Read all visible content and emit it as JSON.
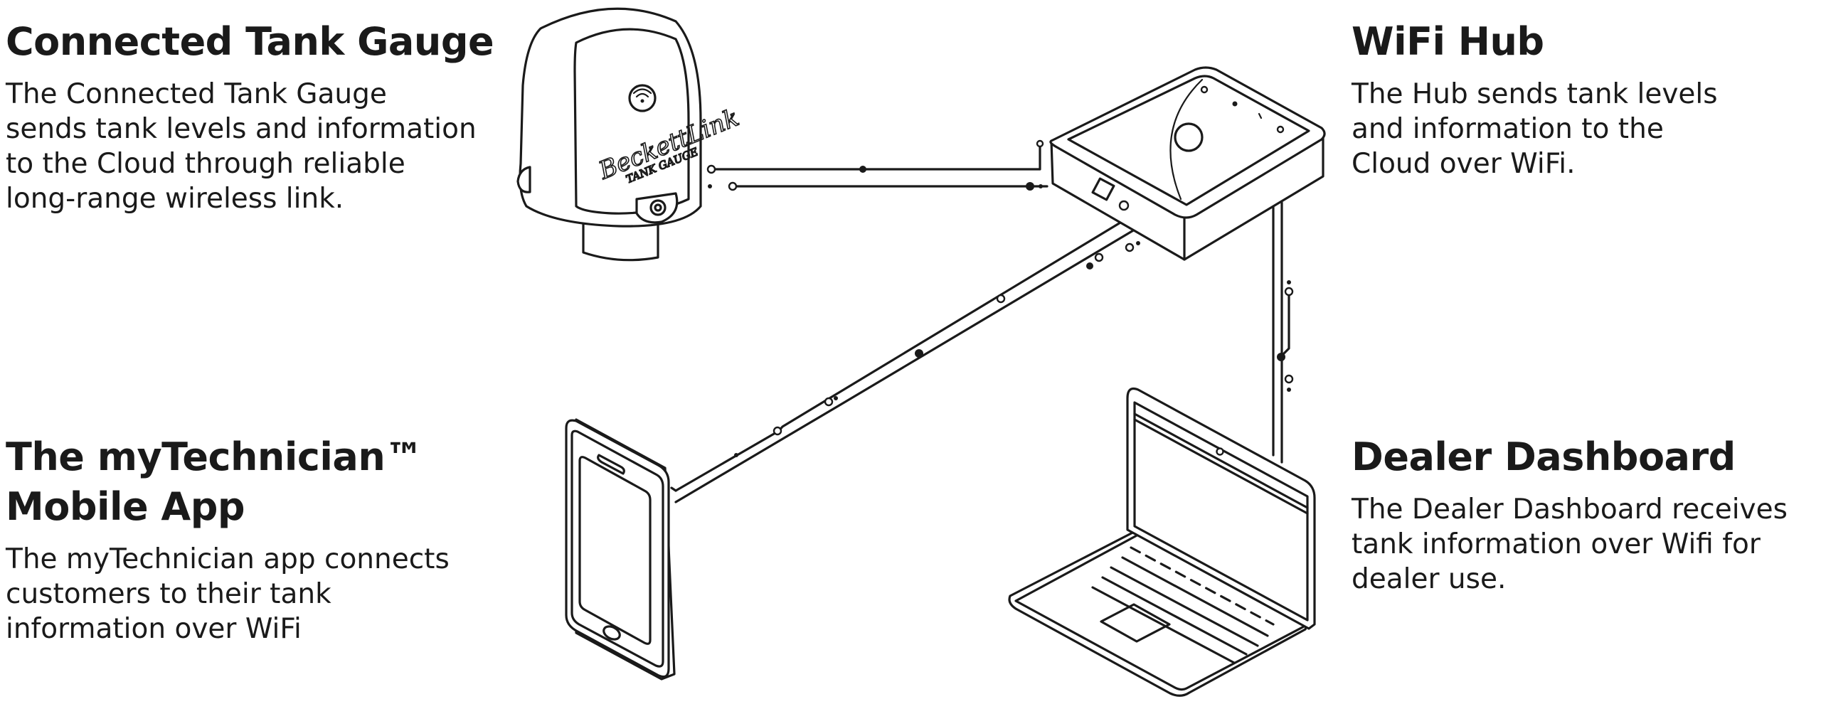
{
  "sections": {
    "tank_gauge": {
      "title": "Connected Tank Gauge",
      "description": [
        "The Connected Tank Gauge",
        "sends tank levels and information",
        "to the Cloud through reliable",
        "long-range wireless link."
      ]
    },
    "wifi_hub": {
      "title": "WiFi Hub",
      "description": [
        "The Hub sends tank levels",
        "and information to the",
        "Cloud over WiFi."
      ]
    },
    "mobile_app": {
      "title_lines": [
        "The myTechnician™",
        "Mobile App"
      ],
      "description": [
        "The myTechnician app connects",
        "customers to their tank",
        "information over WiFi"
      ]
    },
    "dealer_dashboard": {
      "title": "Dealer Dashboard",
      "description": [
        "The Dealer Dashboard receives",
        "tank information over Wifi for",
        "dealer use."
      ]
    }
  },
  "device_label": {
    "brand": "BeckettLink",
    "product": "TANK GAUGE"
  },
  "icons": [
    "tank-gauge-device-icon",
    "wifi-hub-device-icon",
    "smartphone-icon",
    "laptop-icon"
  ]
}
